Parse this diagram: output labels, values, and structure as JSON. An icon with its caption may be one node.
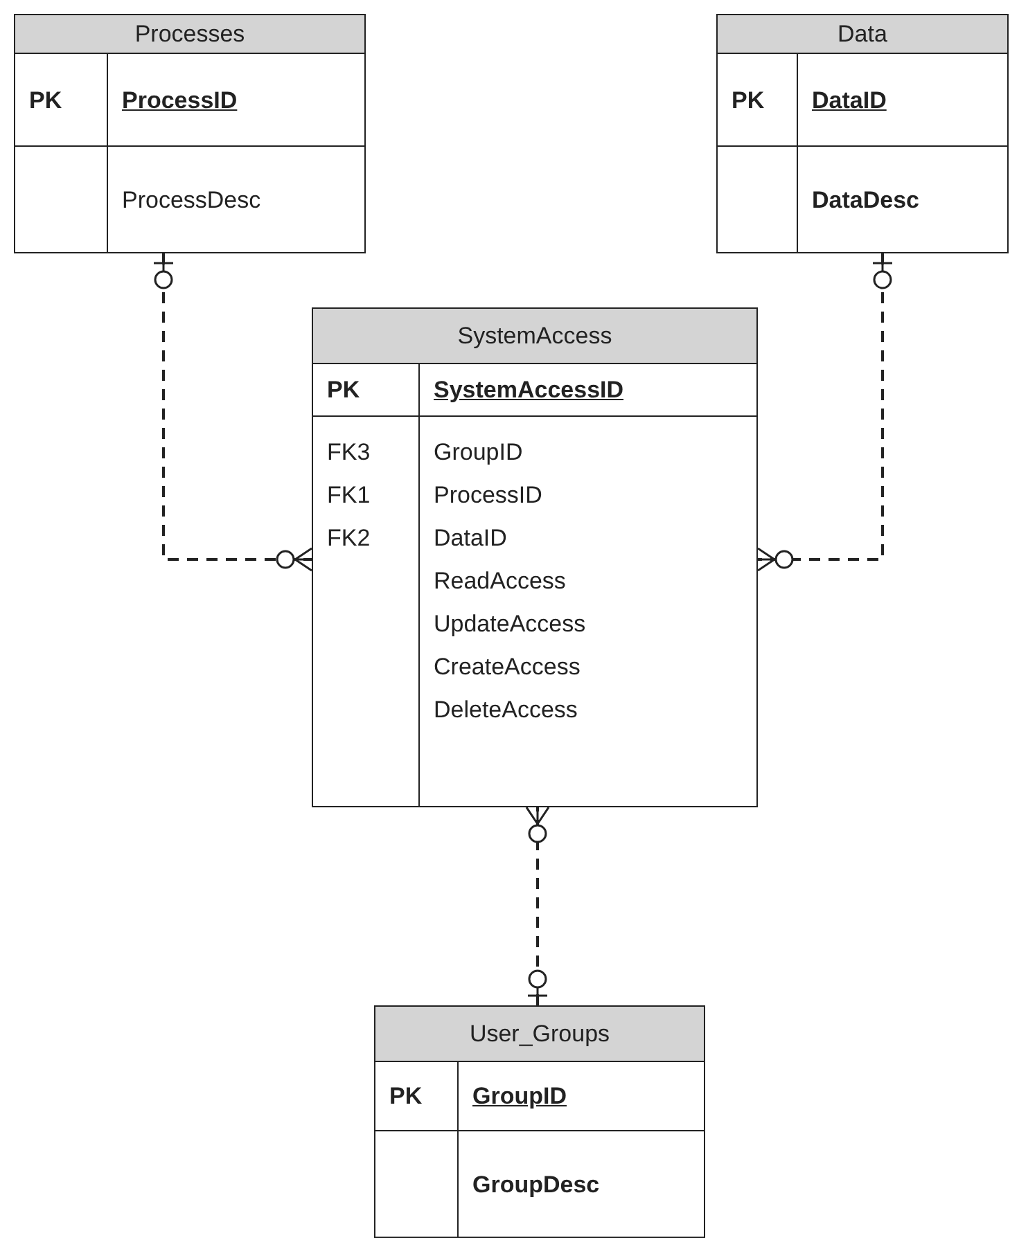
{
  "diagram": {
    "nodes": [
      {
        "text": [
          "Processes",
          "PK",
          "ProcessID",
          "ProcessDesc"
        ]
      },
      {
        "text": [
          "Data",
          "PK",
          "DataID",
          "DataDesc"
        ]
      },
      {
        "text": [
          "SystemAccess",
          "PK",
          "SystemAccessID",
          "FK3 FK1 FK2",
          "GroupID ProcessID DataID ReadAccess UpdateAccess CreateAccess DeleteAccess"
        ]
      },
      {
        "text": [
          "User_Groups",
          "PK",
          "GroupID",
          "GroupDesc"
        ]
      }
    ],
    "edges": [
      {
        "from": 0,
        "to": 2,
        "arrow": "other",
        "style": "dashed"
      },
      {
        "from": 1,
        "to": 2,
        "arrow": "other",
        "style": "dashed"
      },
      {
        "from": 3,
        "to": 2,
        "arrow": "other",
        "style": "dashed"
      }
    ]
  }
}
